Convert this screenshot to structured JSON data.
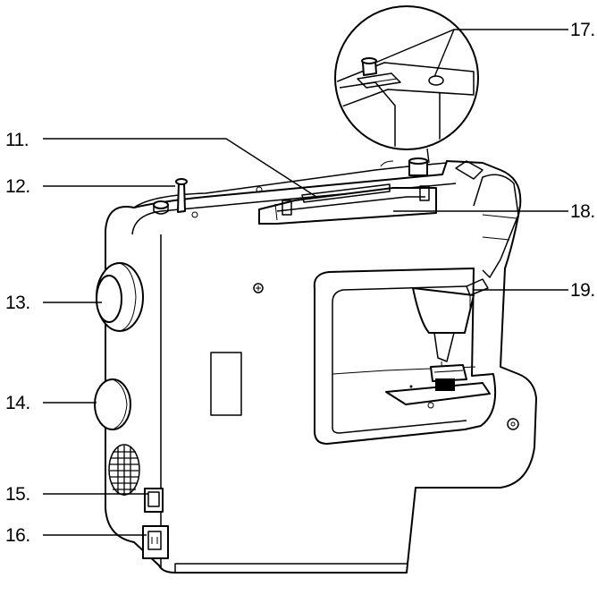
{
  "diagram": {
    "callouts": [
      {
        "id": "c11",
        "label": "11."
      },
      {
        "id": "c12",
        "label": "12."
      },
      {
        "id": "c13",
        "label": "13."
      },
      {
        "id": "c14",
        "label": "14."
      },
      {
        "id": "c15",
        "label": "15."
      },
      {
        "id": "c16",
        "label": "16."
      },
      {
        "id": "c17",
        "label": "17."
      },
      {
        "id": "c18",
        "label": "18."
      },
      {
        "id": "c19",
        "label": "19."
      }
    ]
  }
}
